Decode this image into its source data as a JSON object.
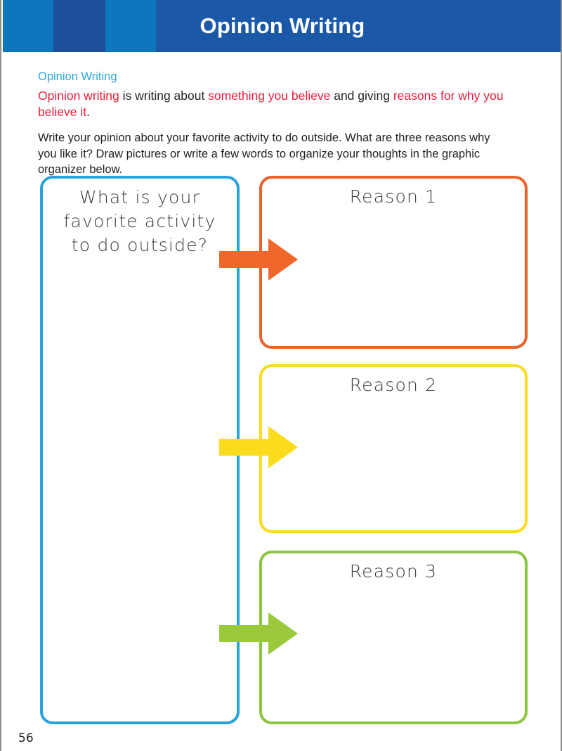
{
  "header": {
    "title": "Opinion Writing",
    "bands": [
      "#0C77BD",
      "#1B4F9C",
      "#0C77BD",
      "#1B58A8"
    ]
  },
  "intro": {
    "heading": "Opinion Writing",
    "definition": {
      "part_1": "Opinion writing",
      "part_2": " is writing about ",
      "part_3": "something you believe",
      "part_4": " and giving ",
      "part_5": "reasons for why you believe it",
      "part_6": "."
    },
    "instructions": "Write your opinion about your favorite activity to do outside. What are three reasons why you like it? Draw pictures or write a few words to organize your thoughts in the graphic organizer below."
  },
  "organizer": {
    "question": {
      "text": "What is your favorite activity to do outside?",
      "border_color": "#29A2DB"
    },
    "reasons": [
      {
        "label": "Reason 1",
        "border_color": "#E8622A",
        "arrow_color": "#F1662A"
      },
      {
        "label": "Reason 2",
        "border_color": "#FBDB1D",
        "arrow_color": "#FBDB1D"
      },
      {
        "label": "Reason 3",
        "border_color": "#8CC640",
        "arrow_color": "#9ACA3C"
      }
    ]
  },
  "footer": {
    "page_number": "56"
  },
  "colors": {
    "heading_blue": "#29A8E0",
    "accent_red": "#ED1C39",
    "body_black": "#231F20"
  }
}
